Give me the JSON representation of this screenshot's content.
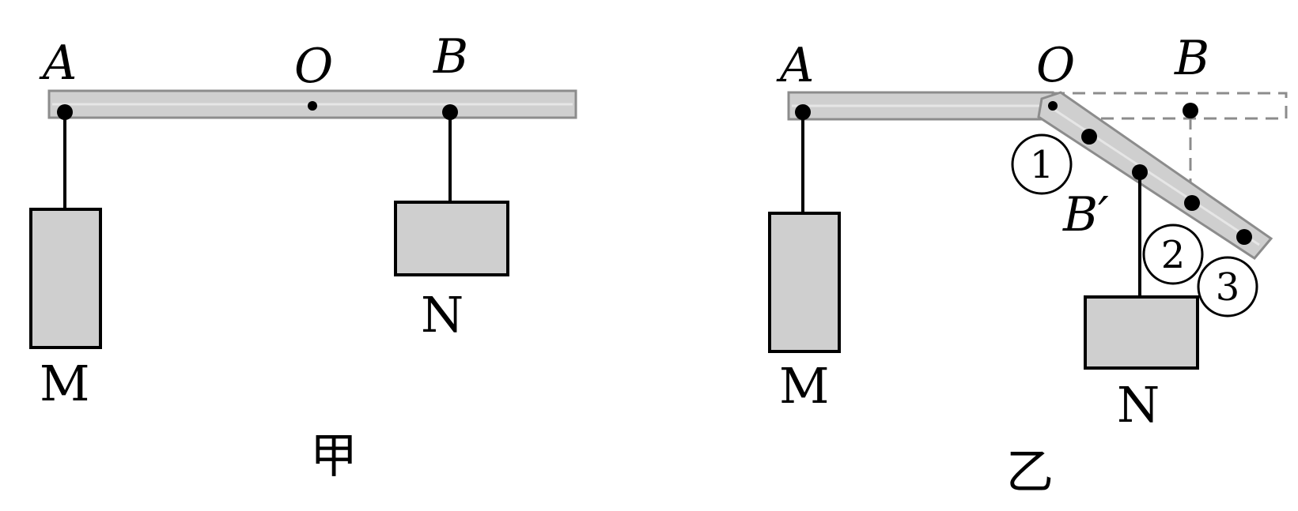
{
  "left_figure": {
    "label_A": "A",
    "label_O": "O",
    "label_B": "B",
    "label_M": "M",
    "label_N": "N",
    "caption": "甲"
  },
  "right_figure": {
    "label_A": "A",
    "label_O": "O",
    "label_B": "B",
    "label_B_prime": "B′",
    "label_M": "M",
    "label_N": "N",
    "position_1": "1",
    "position_2": "2",
    "position_3": "3",
    "caption": "乙"
  }
}
